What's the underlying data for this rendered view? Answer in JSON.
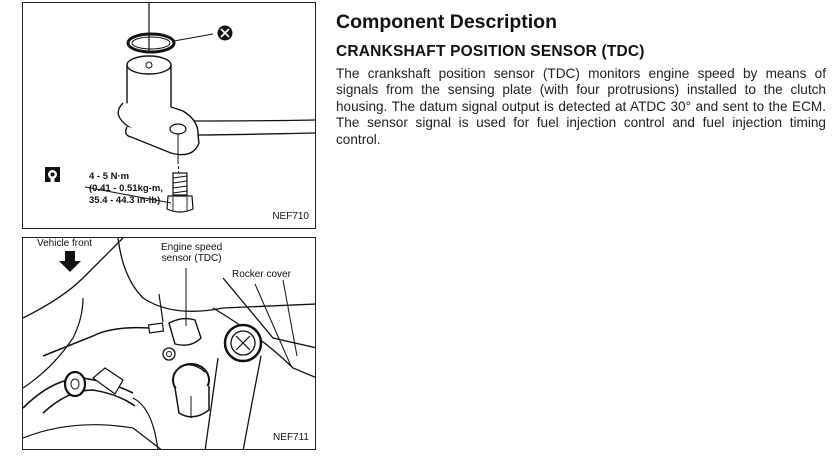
{
  "figure_top": {
    "code": "NEF710",
    "torque": {
      "line1": "4 - 5 N·m",
      "line2": "(0.41 - 0.51kg-m,",
      "line3": "35.4 - 44.3 in-lb)"
    }
  },
  "figure_bottom": {
    "code": "NEF711",
    "callouts": {
      "vehicle_front": "Vehicle front",
      "sensor_line1": "Engine speed",
      "sensor_line2": "sensor (TDC)",
      "rocker_cover": "Rocker cover"
    }
  },
  "content": {
    "heading": "Component Description",
    "subheading": "CRANKSHAFT POSITION SENSOR (TDC)",
    "paragraph": "The crankshaft position sensor (TDC) monitors engine speed by means of signals from the sensing plate (with four protrusions) installed to the clutch housing. The datum signal output is detected at ATDC 30° and sent to the ECM. The sensor signal is used for fuel injection control and fuel injection timing control."
  }
}
